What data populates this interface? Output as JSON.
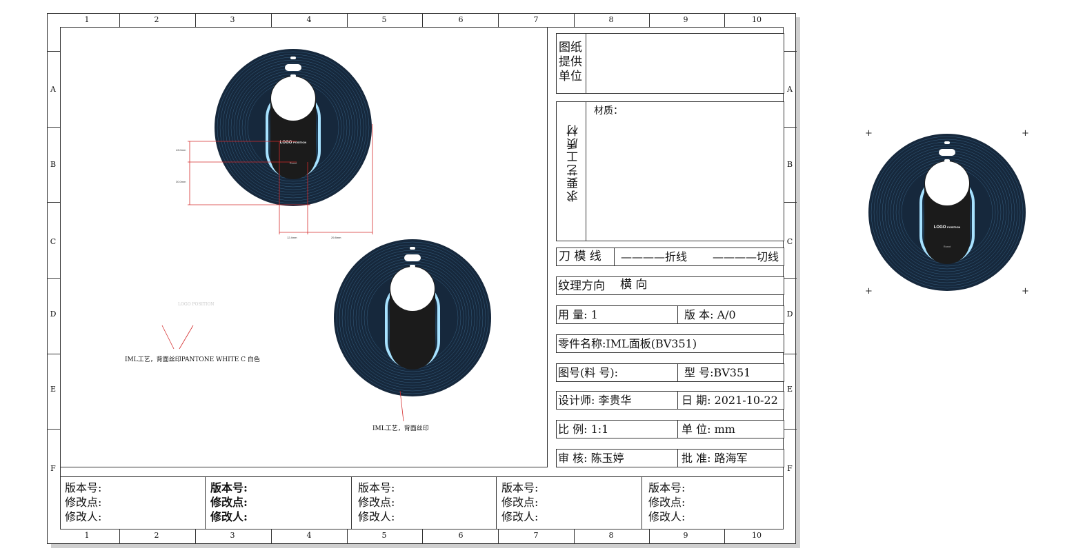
{
  "frame": {
    "column_numbers": [
      "1",
      "2",
      "3",
      "4",
      "5",
      "6",
      "7",
      "8",
      "9",
      "10"
    ],
    "row_letters": [
      "A",
      "B",
      "C",
      "D",
      "E",
      "F"
    ]
  },
  "title_block": {
    "supplier_label": "图纸提供单位",
    "requirement_label": "求要艺工质材",
    "material_label": "材质：",
    "die_line_label": "刀  模  线",
    "fold_line": "————折线",
    "cut_line": "————切线",
    "grain_label": "纹理方向",
    "grain_value": "横  向",
    "quantity": "用    量: 1",
    "version": "版   本: A/0",
    "part_name": "零件名称:IML面板(BV351)",
    "drawing_no": "图号(料 号):",
    "model_no": "型   号:BV351",
    "designer": "设计师: 李贵华",
    "date": "日  期: 2021-10-22",
    "scale": "比    例:   1:1",
    "unit": "单  位:   mm",
    "reviewer": "审    核:  陈玉婷",
    "approver": "批  准: 路海军"
  },
  "revisions": [
    {
      "version": "版本号:",
      "change": "修改点:",
      "person": "修改人:"
    },
    {
      "version": "版本号:",
      "change": "修改点:",
      "person": "修改人:"
    },
    {
      "version": "版本号:",
      "change": "修改点:",
      "person": "修改人:"
    },
    {
      "version": "版本号:",
      "change": "修改点:",
      "person": "修改人:"
    },
    {
      "version": "版本号:",
      "change": "修改点:",
      "person": "修改人:"
    }
  ],
  "drawing": {
    "logo_text": "LOGO",
    "logo_sub": "POSITION",
    "brand_text": "Ronxt",
    "faint_logo": "LOGO POSITION",
    "note_front": "IML工艺，背面丝印PANTONE WHITE C 白色",
    "note_back": "IML工艺，背面丝印",
    "dim_1": "43.0mm",
    "dim_2": "30.0mm",
    "dim_3": "12.4mm",
    "dim_4": "29.8mm"
  },
  "colors": {
    "disc": "#16283c",
    "ring": "#3f6f95",
    "glow": "#8fd3f5",
    "slot": "#1b1b1b",
    "dimension": "#d42b2b"
  }
}
